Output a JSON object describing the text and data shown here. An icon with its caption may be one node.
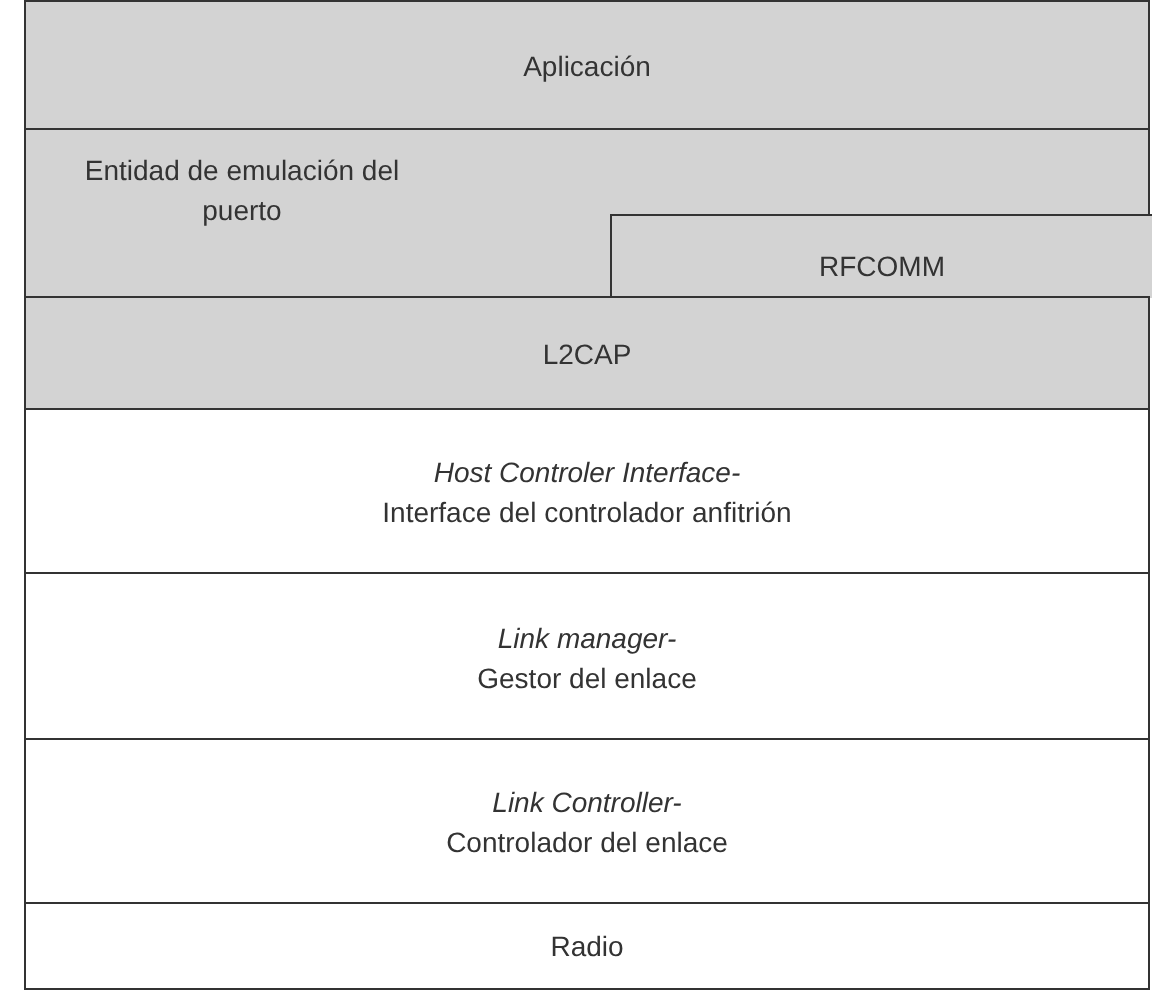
{
  "diagram": {
    "nodes": [
      {
        "text": [
          "Aplicación"
        ]
      },
      {
        "text": [
          "Entidad de emulación del puerto"
        ]
      },
      {
        "text": [
          "RFCOMM"
        ],
        "in": 1
      },
      {
        "text": [
          "L2CAP"
        ]
      },
      {
        "text": [
          "Host Controler Interface-",
          "Interface del controlador anfitrión"
        ]
      },
      {
        "text": [
          "Link manager-",
          "Gestor del enlace"
        ]
      },
      {
        "text": [
          "Link Controller-",
          "Controlador del enlace"
        ]
      },
      {
        "text": [
          "Radio"
        ]
      }
    ]
  }
}
